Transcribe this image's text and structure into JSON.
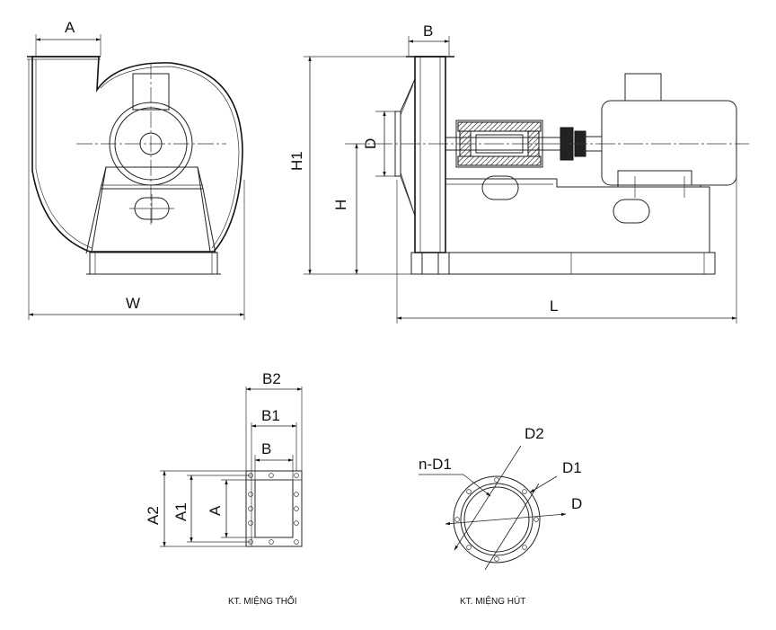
{
  "front_view": {
    "label_A": "A",
    "label_W": "W"
  },
  "side_view": {
    "label_B": "B",
    "label_H1": "H1",
    "label_H": "H",
    "label_D": "D",
    "label_L": "L"
  },
  "outlet_view": {
    "label_B2": "B2",
    "label_B1": "B1",
    "label_B": "B",
    "label_A2": "A2",
    "label_A1": "A1",
    "label_A": "A",
    "caption": "KT. MIỆNG THỔI"
  },
  "inlet_view": {
    "label_nD1": "n-D1",
    "label_D2": "D2",
    "label_D1": "D1",
    "label_D": "D",
    "caption": "KT. MIỆNG HÚT"
  }
}
